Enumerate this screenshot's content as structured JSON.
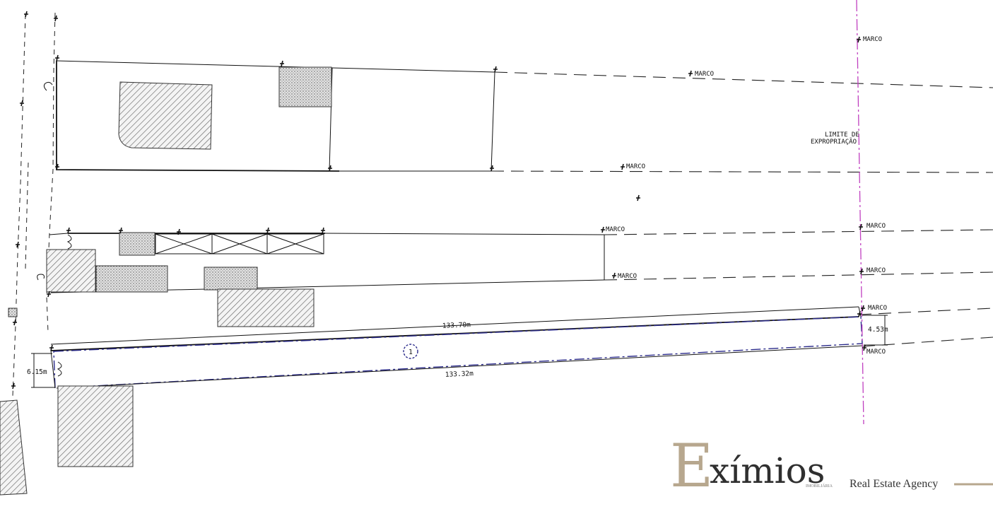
{
  "markers": {
    "marco": "MARCO",
    "expropriation_line1": "LIMITE DE",
    "expropriation_line2": "EXPROPRIAÇÃO"
  },
  "parcel": {
    "number": "1",
    "top_length": "133.70m",
    "bottom_length": "133.32m",
    "left_width": "6.15m",
    "right_width": "4.53m"
  },
  "logo": {
    "initial": "E",
    "rest": "xímios",
    "tagline": "Real Estate Agency",
    "small": "IMOBILIÁRIA"
  },
  "colors": {
    "expropriation_line": "#c040c0",
    "parcel_outline": "#2a2a8a",
    "logo_initial": "#b7a78e",
    "logo_text": "#2f2f2f"
  }
}
